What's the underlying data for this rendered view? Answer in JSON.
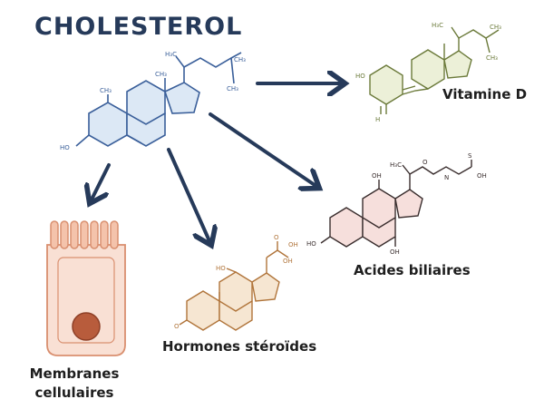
{
  "title": "CHOLESTEROL",
  "labels": {
    "vitamin_d": "Vitamine D",
    "bile_acids": "Acides biliaires",
    "steroid_hormones": "Hormones stéroïdes",
    "membranes_line1": "Membranes",
    "membranes_line2": "cellulaires"
  },
  "atom_labels": {
    "ho": "HO",
    "oh": "OH",
    "h3c": "H₃C",
    "ch3": "CH₃",
    "o": "O",
    "h": "H",
    "n": "N",
    "s": "S"
  },
  "colors": {
    "title": "#263a5a",
    "arrow": "#263a5a",
    "cholesterol": "#3a5f9a",
    "cholesterol_fill": "#dce8f5",
    "vitamin_d": "#6b7a3a",
    "vitamin_d_fill": "#ecf0d8",
    "bile": "#3a2e2e",
    "bile_fill": "#f6dfdc",
    "hormone": "#b0743a",
    "hormone_fill": "#f6e6d2",
    "cell": "#d98f6f",
    "cell_fill": "#f9e0d4",
    "nucleus": "#b85c3c"
  }
}
